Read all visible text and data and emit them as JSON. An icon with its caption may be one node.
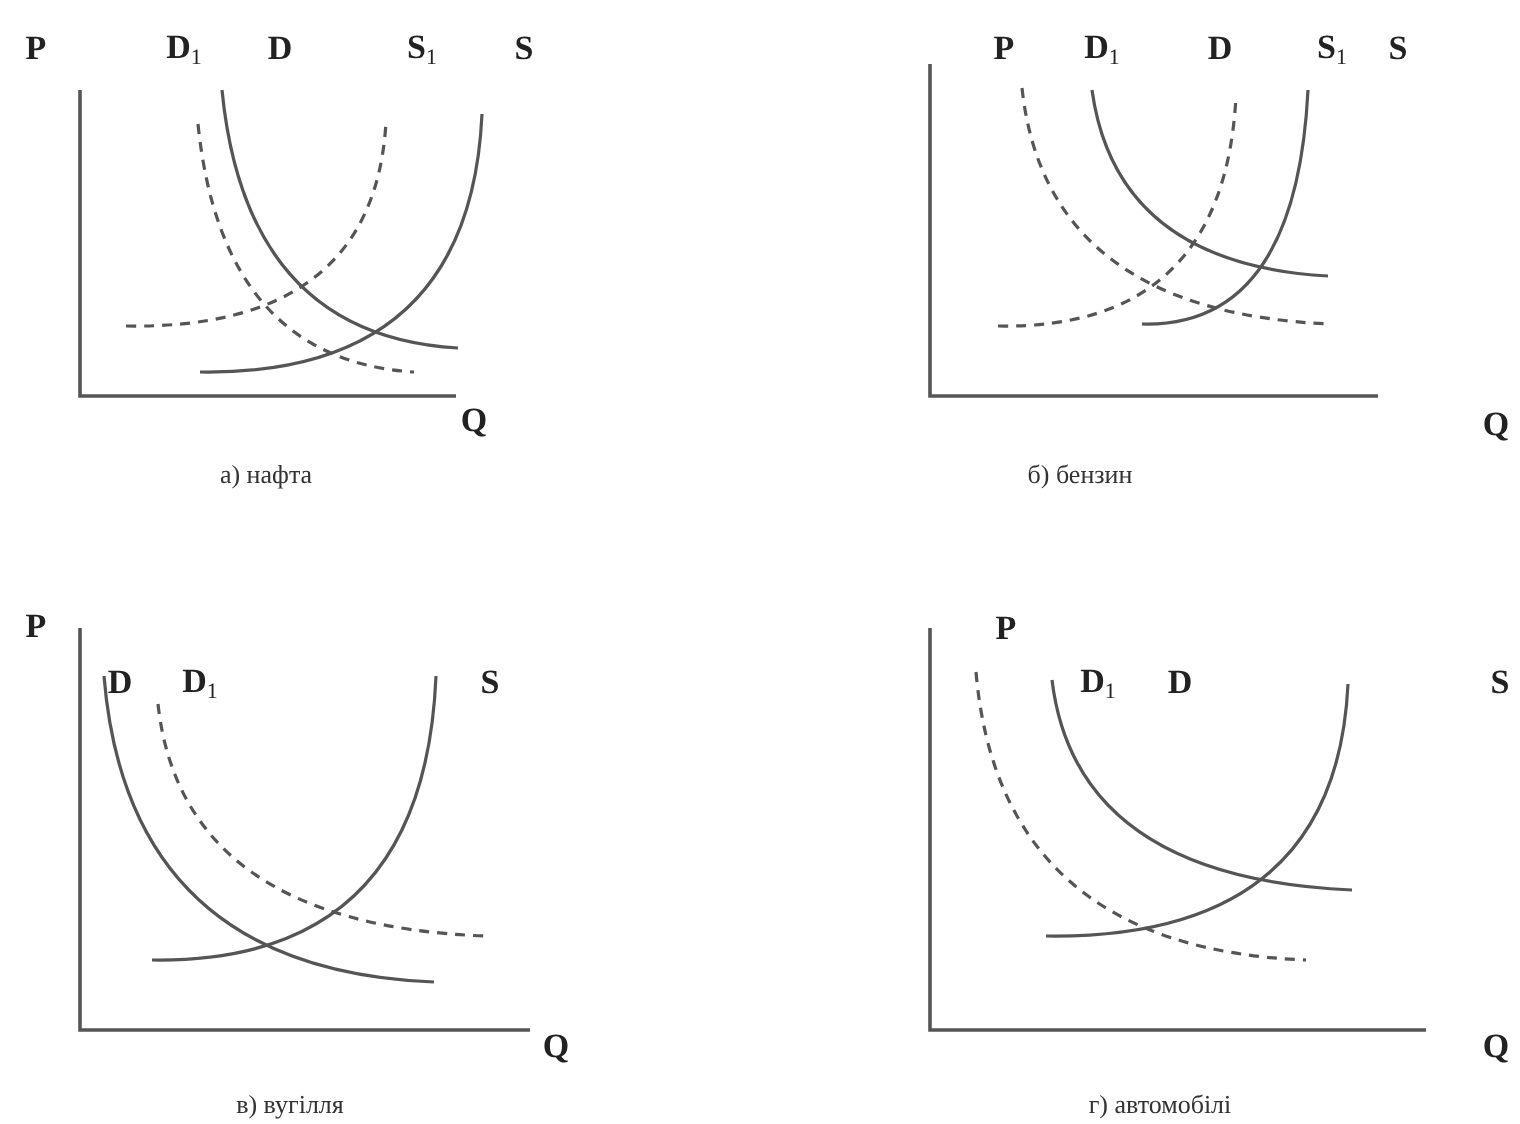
{
  "diagram": {
    "labels": [
      "P",
      "D$_{1}$",
      "D",
      "S$_{1}$",
      "S",
      "Q",
      "а) нафта",
      "P",
      "D$_{1}$",
      "D",
      "S$_{1}$",
      "S",
      "Q",
      "б) бензин",
      "P",
      "D",
      "D$_{1}$",
      "S",
      "Q",
      "в) вугілля",
      "P",
      "D$_{1}$",
      "D",
      "S",
      "Q",
      "г) автомобілі"
    ]
  }
}
